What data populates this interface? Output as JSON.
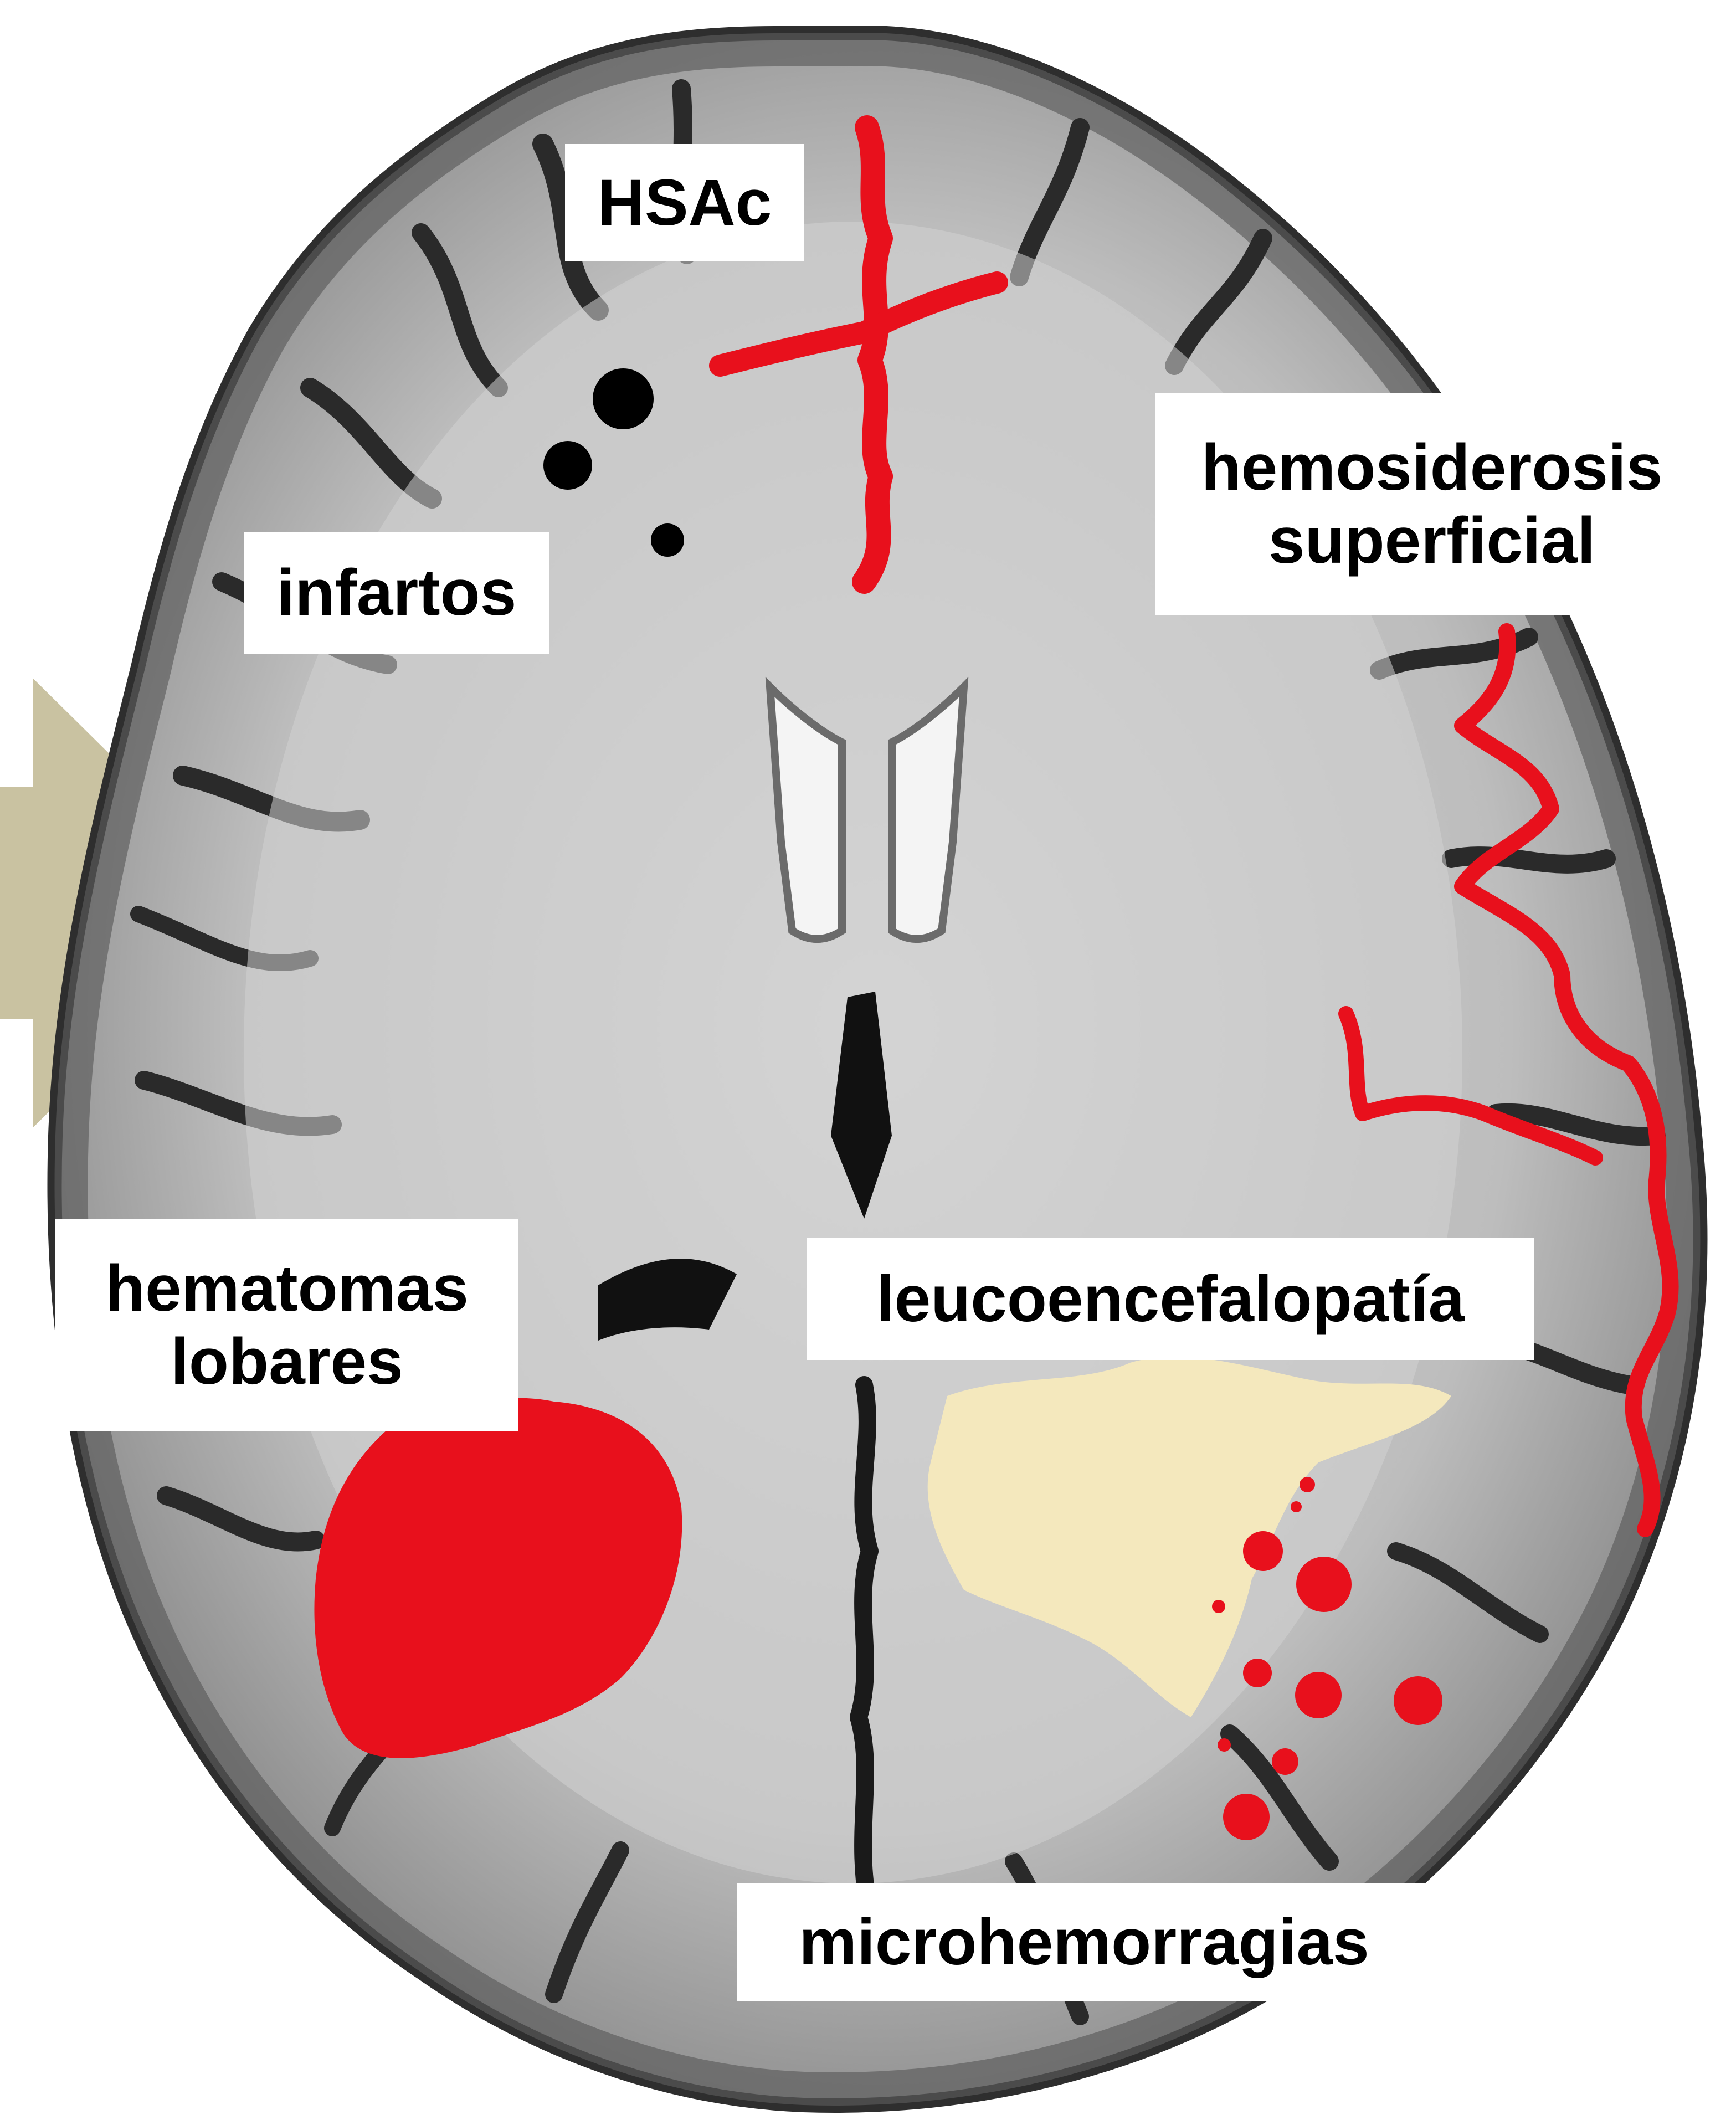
{
  "colors": {
    "background": "#ffffff",
    "arrow": "#c9c2a1",
    "brain_base": "#c9c9c9",
    "brain_dark": "#3a3a3a",
    "sulci": "#1a1a1a",
    "hemorrhage_red": "#e8101c",
    "leukoencephalopathy": "#f4e8bd",
    "infarct_black": "#000000",
    "label_bg": "#ffffff",
    "label_text": "#000000"
  },
  "icons": {
    "arrow": "right-pointing-arrow-icon"
  },
  "labels": {
    "hsac": "HSAc",
    "hemosiderosis_line1": "hemosiderosis",
    "hemosiderosis_line2": "superficial",
    "infartos": "infartos",
    "hematomas_line1": "hematomas",
    "hematomas_line2": "lobares",
    "leucoencefalopatia": "leucoencefalopatía",
    "microhemorragias": "microhemorragias"
  }
}
